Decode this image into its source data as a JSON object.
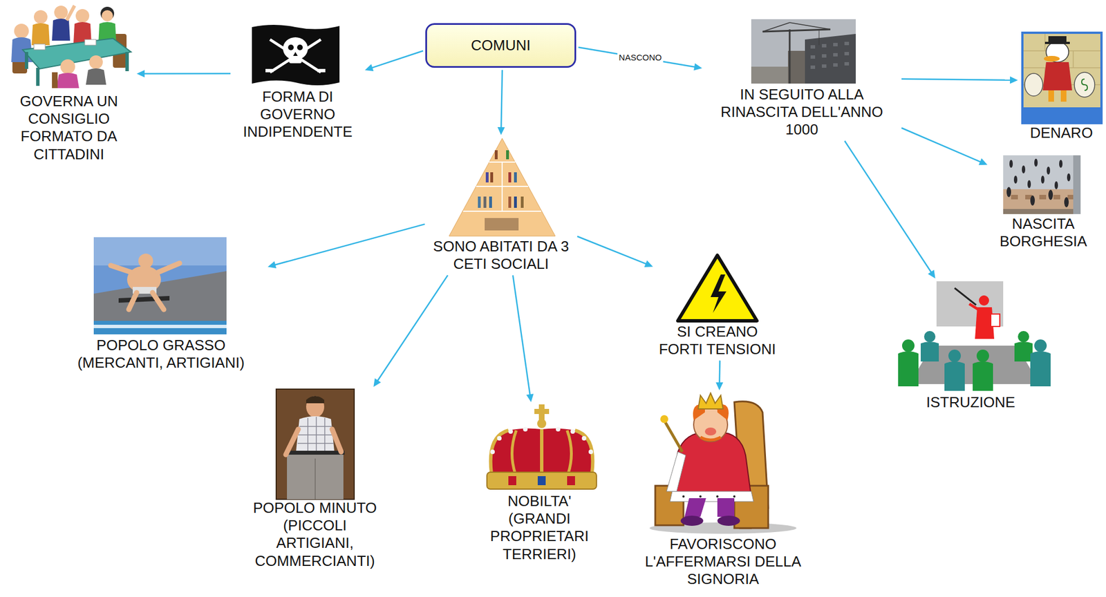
{
  "diagram": {
    "nodes": [
      {
        "text": [
          "COMUNI"
        ]
      },
      {
        "text": [
          "GOVERNA UN CONSIGLIO FORMATO DA CITTADINI"
        ]
      },
      {
        "text": [
          "FORMA DI GOVERNO INDIPENDENTE"
        ]
      },
      {
        "text": [
          "IN SEGUITO ALLA RINASCITA DELL'ANNO 1000"
        ]
      },
      {
        "text": [
          "DENARO"
        ]
      },
      {
        "text": [
          "NASCITA BORGHESIA"
        ]
      },
      {
        "text": [
          "SONO ABITATI DA 3 CETI SOCIALI"
        ]
      },
      {
        "text": [
          "POPOLO GRASSO (MERCANTI, ARTIGIANI)"
        ]
      },
      {
        "text": [
          "SI CREANO FORTI TENSIONI"
        ]
      },
      {
        "text": [
          "ISTRUZIONE"
        ]
      },
      {
        "text": [
          "POPOLO MINUTO (PICCOLI ARTIGIANI, COMMERCIANTI)"
        ]
      },
      {
        "text": [
          "NOBILTA' (GRANDI PROPRIETARI TERRIERI)"
        ]
      },
      {
        "text": [
          "FAVORISCONO L'AFFERMARSI DELLA SIGNORIA"
        ]
      }
    ],
    "edges": [
      {
        "from": 0,
        "to": 2,
        "arrow": "to"
      },
      {
        "from": 2,
        "to": 1,
        "arrow": "to"
      },
      {
        "from": 0,
        "to": 3,
        "label": "NASCONO",
        "arrow": "to"
      },
      {
        "from": 3,
        "to": 4,
        "arrow": "to"
      },
      {
        "from": 3,
        "to": 5,
        "arrow": "to"
      },
      {
        "from": 3,
        "to": 9,
        "arrow": "to"
      },
      {
        "from": 0,
        "to": 6,
        "arrow": "to"
      },
      {
        "from": 6,
        "to": 7,
        "arrow": "to"
      },
      {
        "from": 6,
        "to": 10,
        "arrow": "to"
      },
      {
        "from": 6,
        "to": 11,
        "arrow": "to"
      },
      {
        "from": 6,
        "to": 8,
        "arrow": "to"
      },
      {
        "from": 8,
        "to": 12,
        "arrow": "to"
      }
    ]
  }
}
